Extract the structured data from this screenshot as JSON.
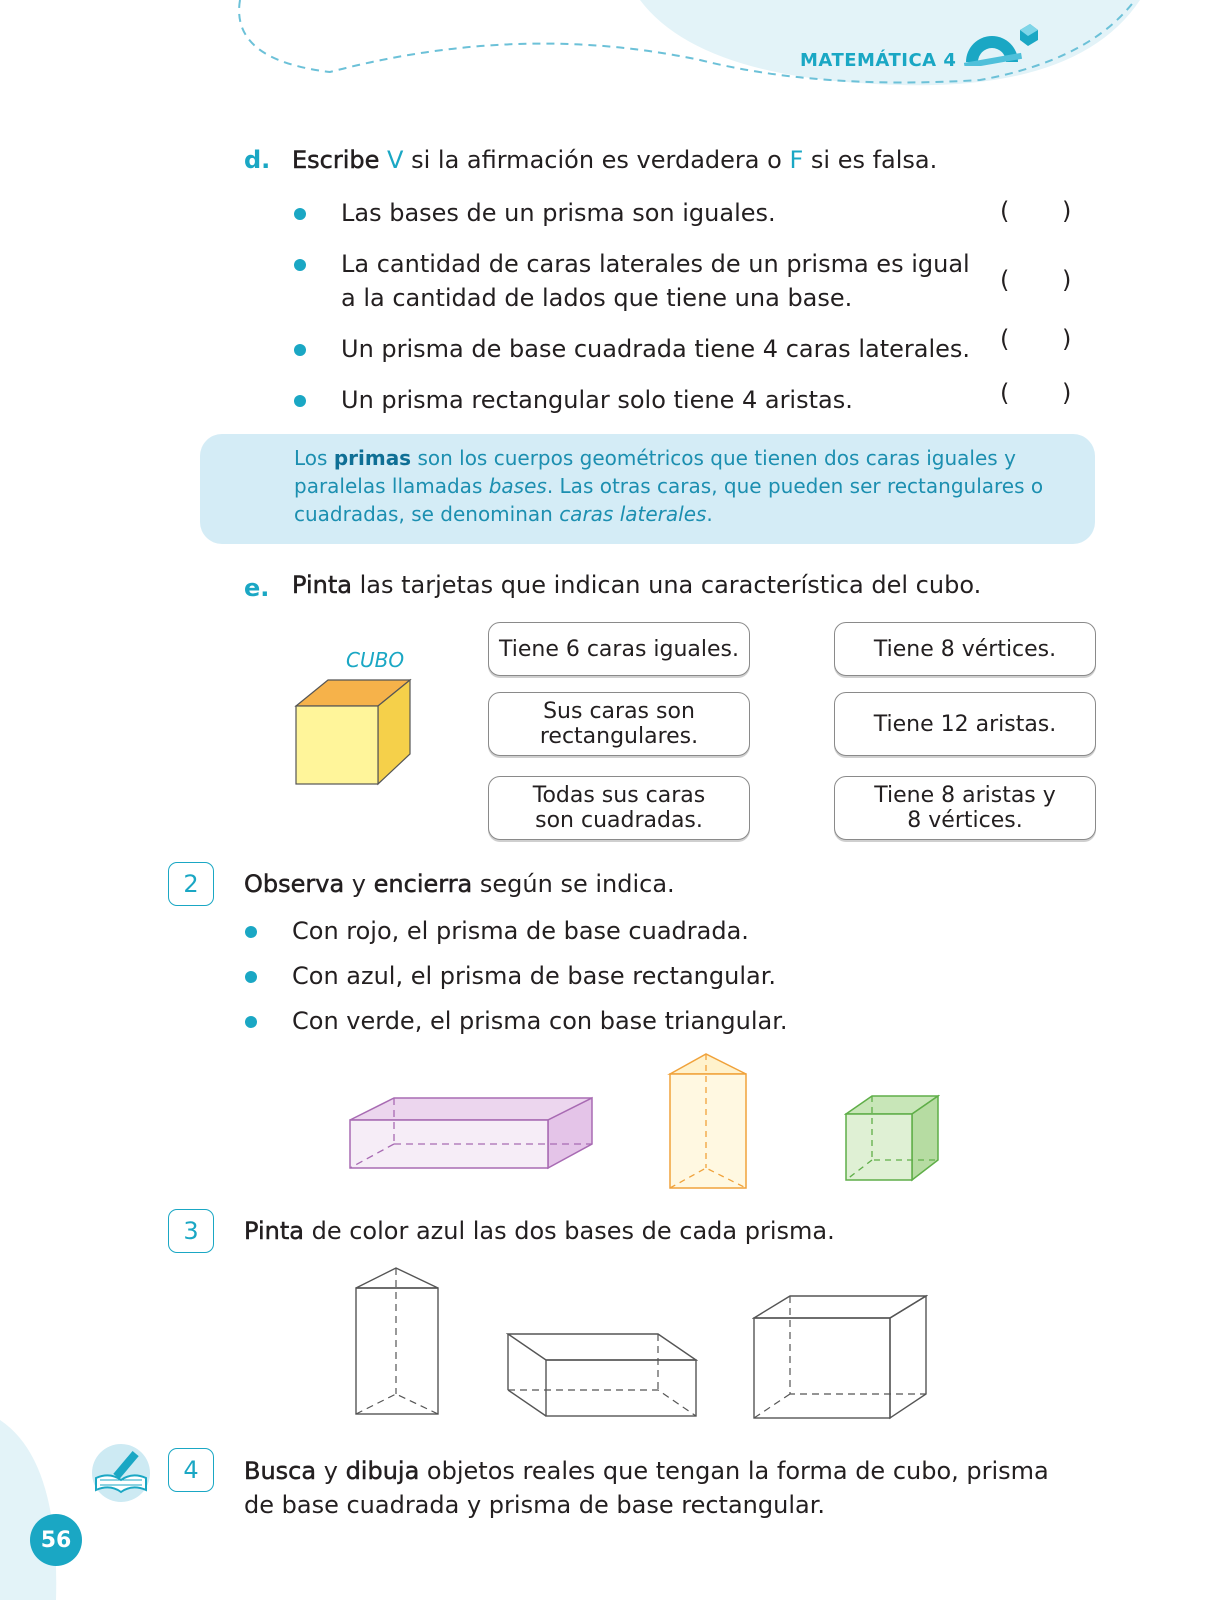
{
  "header": {
    "book": "MATEMÁTICA 4",
    "page_number": "56"
  },
  "section_d": {
    "letter": "d.",
    "verb": "Escribe",
    "v": "V",
    "mid": "si la afirmación es verdadera o",
    "f": "F",
    "end": "si es falsa.",
    "items": [
      {
        "line1": "Las bases de un prisma son iguales.",
        "line2": ""
      },
      {
        "line1": "La cantidad de caras laterales de un prisma es igual",
        "line2": "a la cantidad de lados que tiene una base."
      },
      {
        "line1": "Un prisma de base cuadrada tiene 4 caras laterales.",
        "line2": ""
      },
      {
        "line1": "Un prisma rectangular solo tiene 4 aristas.",
        "line2": ""
      }
    ],
    "paren_open": "(",
    "paren_close": ")"
  },
  "info": {
    "p1": "Los ",
    "key": "primas",
    "p2": " son los cuerpos geométricos que tienen dos caras iguales y paralelas llamadas ",
    "bases": "bases",
    "p3": ". Las otras caras, que pueden ser rectangulares o cuadradas, se denominan ",
    "caras": "caras laterales",
    "p4": "."
  },
  "section_e": {
    "letter": "e.",
    "verb": "Pinta",
    "rest": "las tarjetas que indican una característica del cubo.",
    "cube_label": "CUBO",
    "cards": [
      {
        "line1": "Tiene 6 caras iguales.",
        "line2": ""
      },
      {
        "line1": "Tiene 8 vértices.",
        "line2": ""
      },
      {
        "line1": "Sus caras son",
        "line2": "rectangulares."
      },
      {
        "line1": "Tiene 12 aristas.",
        "line2": ""
      },
      {
        "line1": "Todas sus caras",
        "line2": "son cuadradas."
      },
      {
        "line1": "Tiene 8 aristas y",
        "line2": "8 vértices."
      }
    ]
  },
  "exercise2": {
    "number": "2",
    "verb1": "Observa",
    "y": " y ",
    "verb2": "encierra",
    "rest": " según se indica.",
    "items": [
      "Con rojo, el prisma de base cuadrada.",
      "Con azul, el prisma de base rectangular.",
      "Con verde, el prisma con base triangular."
    ]
  },
  "exercise3": {
    "number": "3",
    "verb": "Pinta",
    "rest": " de color azul las dos bases de cada prisma."
  },
  "exercise4": {
    "number": "4",
    "verb1": "Busca",
    "y": " y ",
    "verb2": "dibuja",
    "rest1": " objetos reales que tengan la forma de cubo, prisma",
    "line2": "de base cuadrada y prisma de base rectangular."
  },
  "colors": {
    "accent": "#1aa7c4",
    "info_bg": "#d4ecf6",
    "cube_front": "#fff59a",
    "cube_top": "#f6b24a",
    "cube_side": "#f5d04a"
  }
}
